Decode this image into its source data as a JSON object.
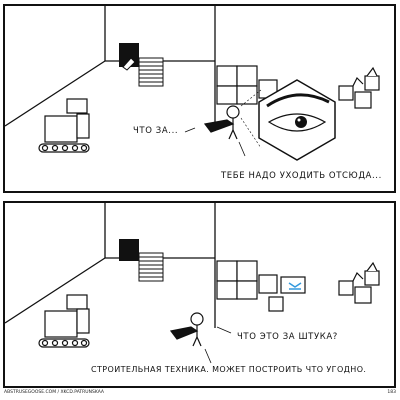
{
  "panels": [
    {
      "speech": [
        {
          "text": "ЧТО ЗА..."
        },
        {
          "text": "ТЕБЕ НАДО УХОДИТЬ ОТСЮДА..."
        }
      ]
    },
    {
      "speech": [
        {
          "text": "ЧТО ЭТО ЗА ШТУКА?"
        },
        {
          "text": "СТРОИТЕЛЬНАЯ ТЕХНИКА. МОЖЕТ ПОСТРОИТЬ ЧТО УГОДНО."
        }
      ]
    }
  ],
  "footer": {
    "credit": "ABSTRUSEGOOSE.COM / XKCD.PATRUNSKAA",
    "page_number": "183"
  },
  "colors": {
    "ink": "#111111",
    "highlight": "#3399dd"
  }
}
